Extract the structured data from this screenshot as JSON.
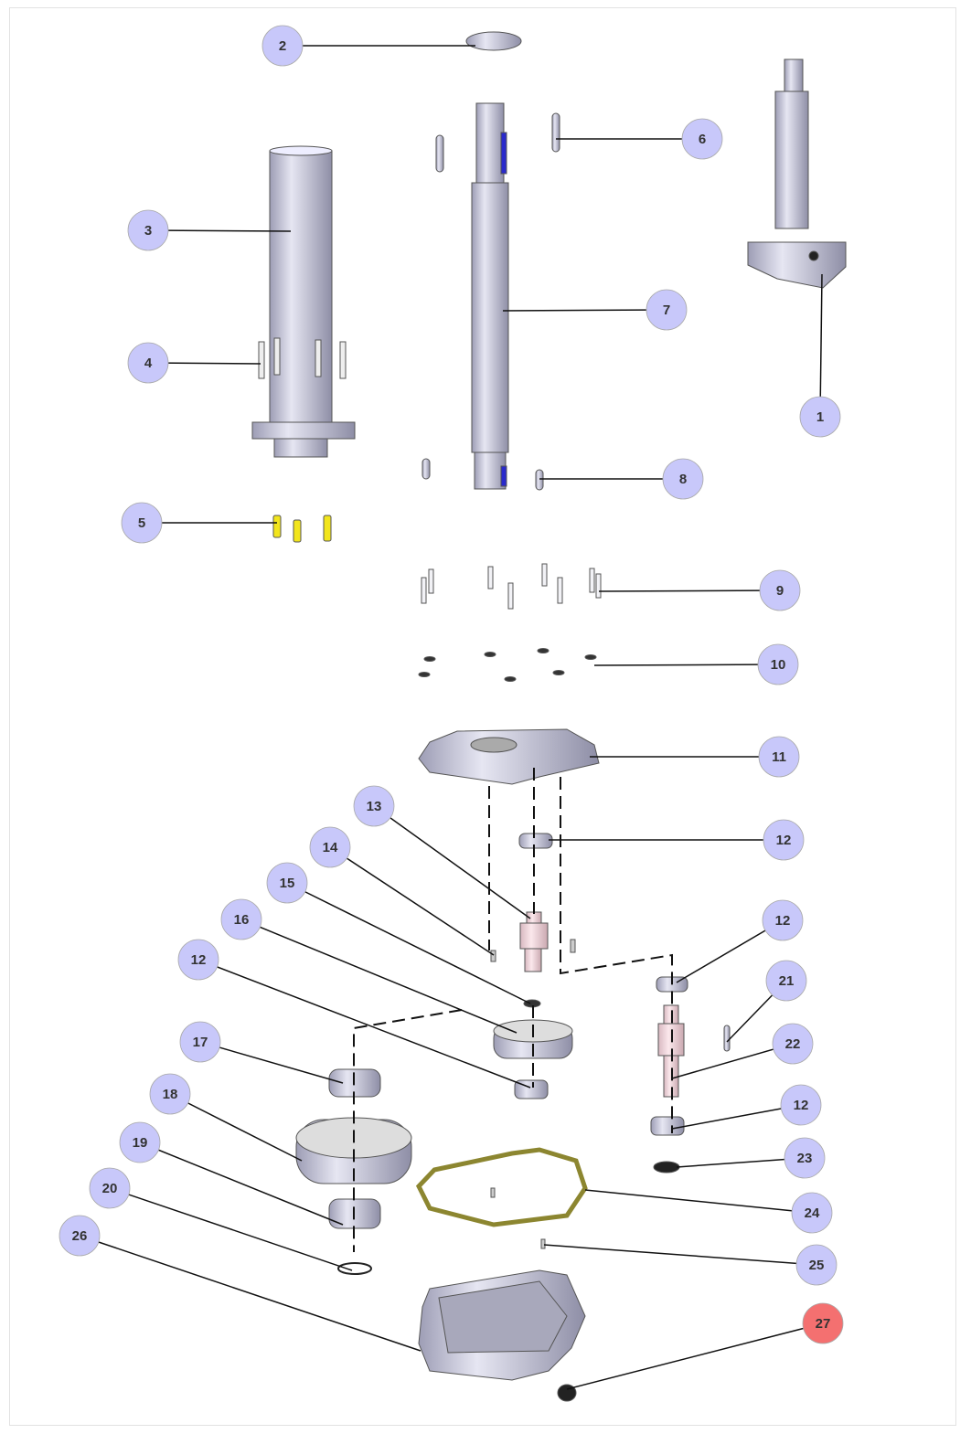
{
  "diagram": {
    "title": "Exploded parts view",
    "colors": {
      "bubble": "#c8c8fa",
      "bubble_highlight": "#f47070",
      "text": "#333333",
      "part_metal": "#c9c9dc",
      "part_yellow": "#f2e51c",
      "part_pink": "#f2d6dc",
      "gasket": "#c8c060"
    },
    "callouts": [
      {
        "label": "1"
      },
      {
        "label": "2"
      },
      {
        "label": "3"
      },
      {
        "label": "4"
      },
      {
        "label": "5"
      },
      {
        "label": "6"
      },
      {
        "label": "7"
      },
      {
        "label": "8"
      },
      {
        "label": "9"
      },
      {
        "label": "10"
      },
      {
        "label": "11"
      },
      {
        "label": "12"
      },
      {
        "label": "13"
      },
      {
        "label": "14"
      },
      {
        "label": "15"
      },
      {
        "label": "16"
      },
      {
        "label": "12"
      },
      {
        "label": "17"
      },
      {
        "label": "18"
      },
      {
        "label": "19"
      },
      {
        "label": "20"
      },
      {
        "label": "26"
      },
      {
        "label": "12"
      },
      {
        "label": "21"
      },
      {
        "label": "22"
      },
      {
        "label": "12"
      },
      {
        "label": "23"
      },
      {
        "label": "24"
      },
      {
        "label": "25"
      },
      {
        "label": "27",
        "highlighted": true
      }
    ]
  }
}
